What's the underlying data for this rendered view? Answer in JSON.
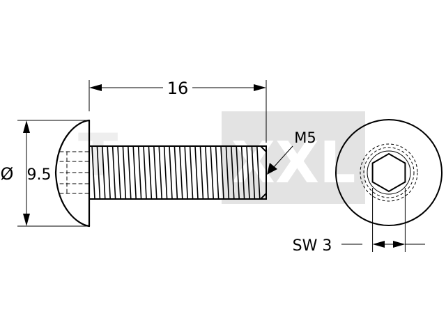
{
  "drawing": {
    "watermark": {
      "text": "XXL",
      "partial_text": "T",
      "color": "#e3e3e3"
    },
    "dimensions": {
      "length": "16",
      "diameter_symbol": "Ø",
      "diameter_value": "9.5",
      "thread": "M5",
      "wrench_size": "SW 3"
    },
    "colors": {
      "line": "#000000",
      "background": "#ffffff"
    }
  }
}
